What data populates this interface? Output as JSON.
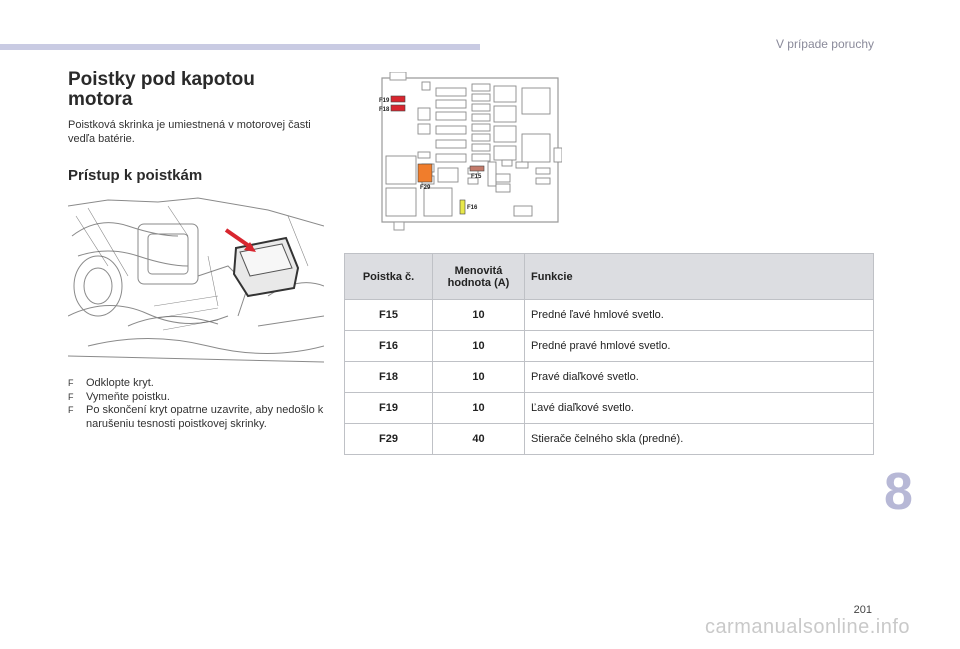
{
  "header": {
    "section": "V prípade poruchy"
  },
  "title": "Poistky pod kapotou motora",
  "intro": "Poistková skrinka je umiestnená v motorovej časti vedľa batérie.",
  "subtitle": "Prístup k poistkám",
  "steps": [
    {
      "bullet": "F",
      "text": "Odklopte kryt."
    },
    {
      "bullet": "F",
      "text": "Vymeňte poistku."
    },
    {
      "bullet": "F",
      "text": "Po skončení kryt opatrne uzavrite, aby nedošlo k narušeniu tesnosti poistkovej skrinky."
    }
  ],
  "diagram": {
    "labels": {
      "f19": "F19",
      "f18": "F18",
      "f29": "F29",
      "f15": "F15",
      "f16": "F16"
    },
    "colors": {
      "f19_f18": "#d8262f",
      "f29": "#f07d2c",
      "f15": "#c47a6a",
      "f16": "#e8e84a"
    }
  },
  "table": {
    "headers": [
      "Poistka č.",
      "Menovitá hodnota (A)",
      "Funkcie"
    ],
    "rows": [
      [
        "F15",
        "10",
        "Predné ľavé hmlové svetlo."
      ],
      [
        "F16",
        "10",
        "Predné pravé hmlové svetlo."
      ],
      [
        "F18",
        "10",
        "Pravé diaľkové svetlo."
      ],
      [
        "F19",
        "10",
        "Ľavé diaľkové svetlo."
      ],
      [
        "F29",
        "40",
        "Stierače čelného skla (predné)."
      ]
    ]
  },
  "chapter": "8",
  "page_number": "201",
  "watermark": "carmanualsonline.info",
  "colors": {
    "topbar": "#c9cbe3",
    "chapter": "#b7b8d6",
    "table_header": "#dcdde1"
  }
}
